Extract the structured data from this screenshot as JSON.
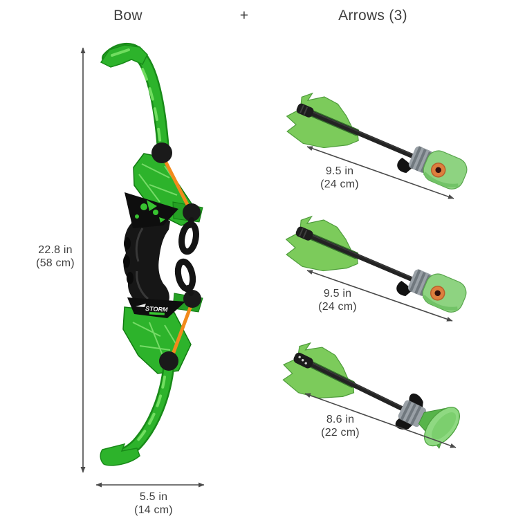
{
  "header": {
    "left_title": "Bow",
    "separator": "+",
    "right_title": "Arrows (3)"
  },
  "bow": {
    "logo_text": "STORM",
    "height_dim": {
      "value_in": "22.8 in",
      "value_cm": "(58 cm)"
    },
    "width_dim": {
      "value_in": "5.5 in",
      "value_cm": "(14 cm)"
    }
  },
  "arrows": [
    {
      "dim": {
        "value_in": "9.5 in",
        "value_cm": "(24 cm)"
      }
    },
    {
      "dim": {
        "value_in": "9.5 in",
        "value_cm": "(24 cm)"
      }
    },
    {
      "dim": {
        "value_in": "8.6 in",
        "value_cm": "(22 cm)"
      }
    }
  ],
  "colors": {
    "background": "#ffffff",
    "bow_green": "#2db32b",
    "bow_green_dark": "#188a18",
    "bow_highlight_green": "#79e266",
    "fletch_green": "#7ccb5b",
    "foam_green": "#8ed381",
    "string_orange": "#f28a1c",
    "shaft_black": "#1f1f1f",
    "collar_grey": "#9aa1a7",
    "whistle_orange": "#dd7f3e",
    "dimension_line": "#4a4a4a",
    "text": "#3d3d3d"
  }
}
